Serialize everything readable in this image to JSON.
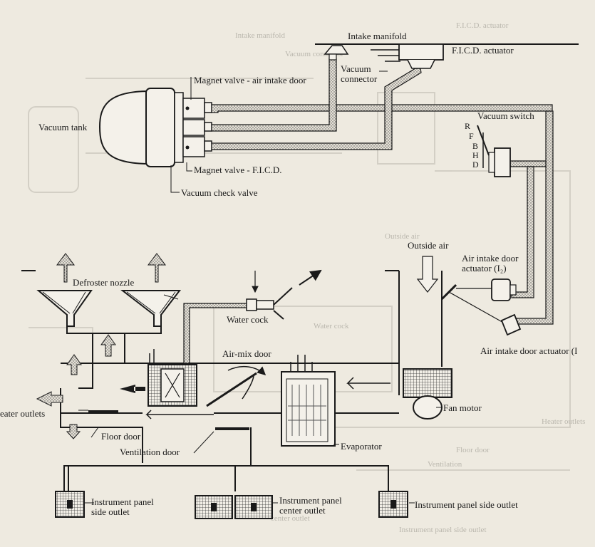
{
  "labels": {
    "intake_manifold": "Intake manifold",
    "ficd_actuator": "F.I.C.D. actuator",
    "vacuum_connector_1": "Vacuum",
    "vacuum_connector_2": "connector",
    "magnet_valve_air": "Magnet valve - air intake door",
    "vacuum_tank": "Vacuum tank",
    "magnet_valve_ficd": "Magnet valve - F.I.C.D.",
    "vacuum_check_valve": "Vacuum check valve",
    "vacuum_switch": "Vacuum switch",
    "switch_positions": [
      "R",
      "F",
      "B",
      "H",
      "D"
    ],
    "outside_air": "Outside air",
    "air_intake_actuator_i2_1": "Air intake door",
    "air_intake_actuator_i2_2": "actuator (I₂)",
    "defroster_nozzle": "Defroster nozzle",
    "water_cock": "Water cock",
    "air_mix_door": "Air-mix door",
    "air_intake_actuator_i1": "Air intake door actuator (I",
    "heater_outlets": "eater outlets",
    "floor_door": "Floor door",
    "fan_motor": "Fan motor",
    "ventilation_door": "Ventilation door",
    "evaporator": "Evaporator",
    "ip_side_outlet_left_1": "Instrument panel",
    "ip_side_outlet_left_2": "side outlet",
    "ip_center_outlet_1": "Instrument panel",
    "ip_center_outlet_2": "center outlet",
    "ip_side_outlet_right": "Instrument panel side outlet"
  },
  "bleed_through": [
    "Intake manifold",
    "F.I.C.D. actuator",
    "Vacuum connector",
    "Outside air",
    "Water cock",
    "Heater outlets",
    "Floor door",
    "Ventilation",
    "Instrument panel side outlet",
    "center outlet"
  ],
  "colors": {
    "paper": "#eeeae0",
    "ink": "#1a1a1a",
    "hose_fill": "#d8d3c6",
    "arrow_fill": "#cfcac0"
  }
}
